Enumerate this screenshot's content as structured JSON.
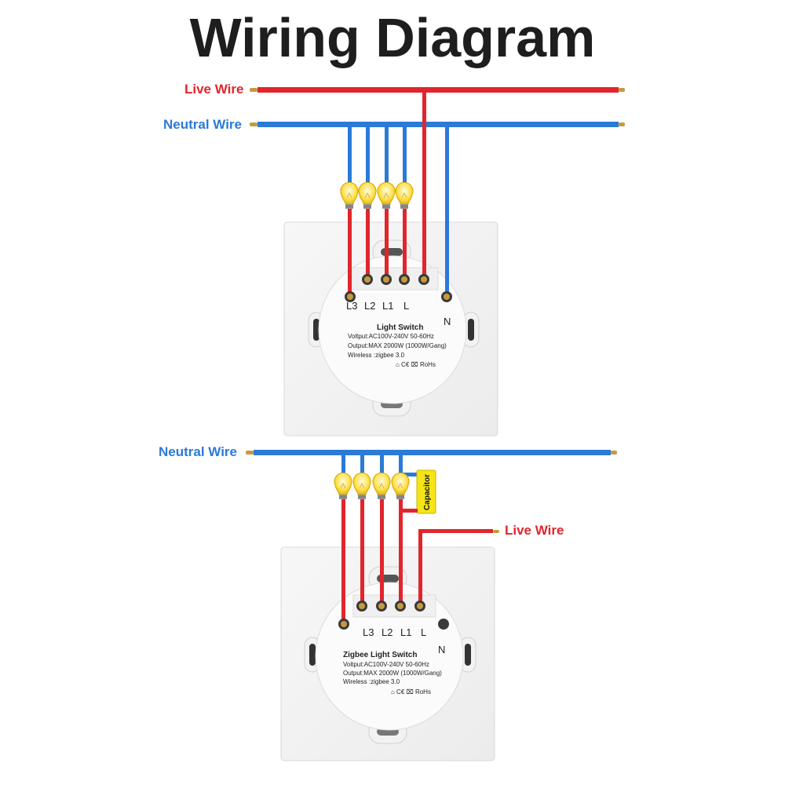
{
  "title": "Wiring Diagram",
  "colors": {
    "live": "#e0262c",
    "neutral": "#2a7ad8",
    "capacitor": "#f5e417",
    "bulb": "#ffe45a"
  },
  "top_diagram": {
    "live_label": "Live Wire",
    "neutral_label": "Neutral Wire",
    "switch": {
      "name": "Light Switch",
      "terminals": [
        "L3",
        "L2",
        "L1",
        "L",
        "N"
      ],
      "spec_voltage": "Voltput:AC100V-240V  50-60Hz",
      "spec_output": "Output:MAX 2000W (1000W/Gang)",
      "spec_wireless": "Wireless :zigbee 3.0",
      "certs": "⌂ C€ ⌧ RoHs"
    },
    "bulbs": 4
  },
  "bottom_diagram": {
    "neutral_label": "Neutral Wire",
    "live_label": "Live Wire",
    "capacitor_label": "Capacitor",
    "switch": {
      "name": "Zigbee Light Switch",
      "terminals": [
        "L3",
        "L2",
        "L1",
        "L",
        "N"
      ],
      "spec_voltage": "Voltput:AC100V-240V  50-60Hz",
      "spec_output": "Output:MAX 2000W (1000W/Gang)",
      "spec_wireless": "Wireless :zigbee 3.0",
      "certs": "⌂ C€ ⌧ RoHs"
    },
    "bulbs": 4
  }
}
